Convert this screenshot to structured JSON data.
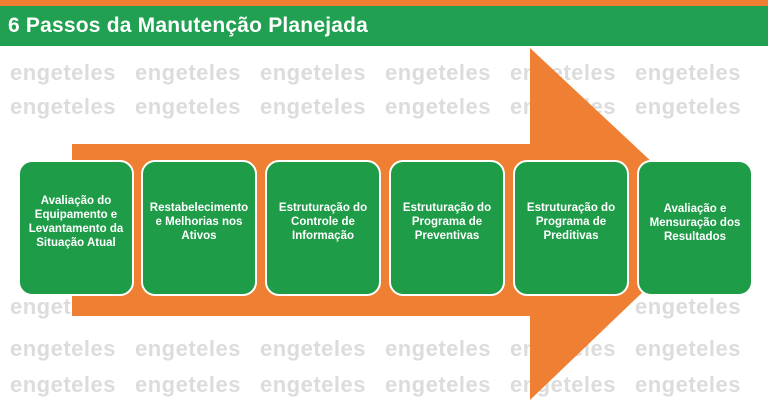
{
  "header": {
    "title": "6 Passos da Manutenção Planejada"
  },
  "watermark": {
    "text": "engeteles"
  },
  "colors": {
    "orange": "#ee7f33",
    "green": "#1e9c48",
    "title_green": "#20a050"
  },
  "steps": [
    {
      "label": "Avaliação do Equipamento e Levantamento da Situação Atual"
    },
    {
      "label": "Restabelecimento e Melhorias nos Ativos"
    },
    {
      "label": "Estruturação do Controle de Informação"
    },
    {
      "label": "Estruturação do Programa de Preventivas"
    },
    {
      "label": "Estruturação do Programa de Preditivas"
    },
    {
      "label": "Avaliação e Mensuração dos Resultados"
    }
  ]
}
